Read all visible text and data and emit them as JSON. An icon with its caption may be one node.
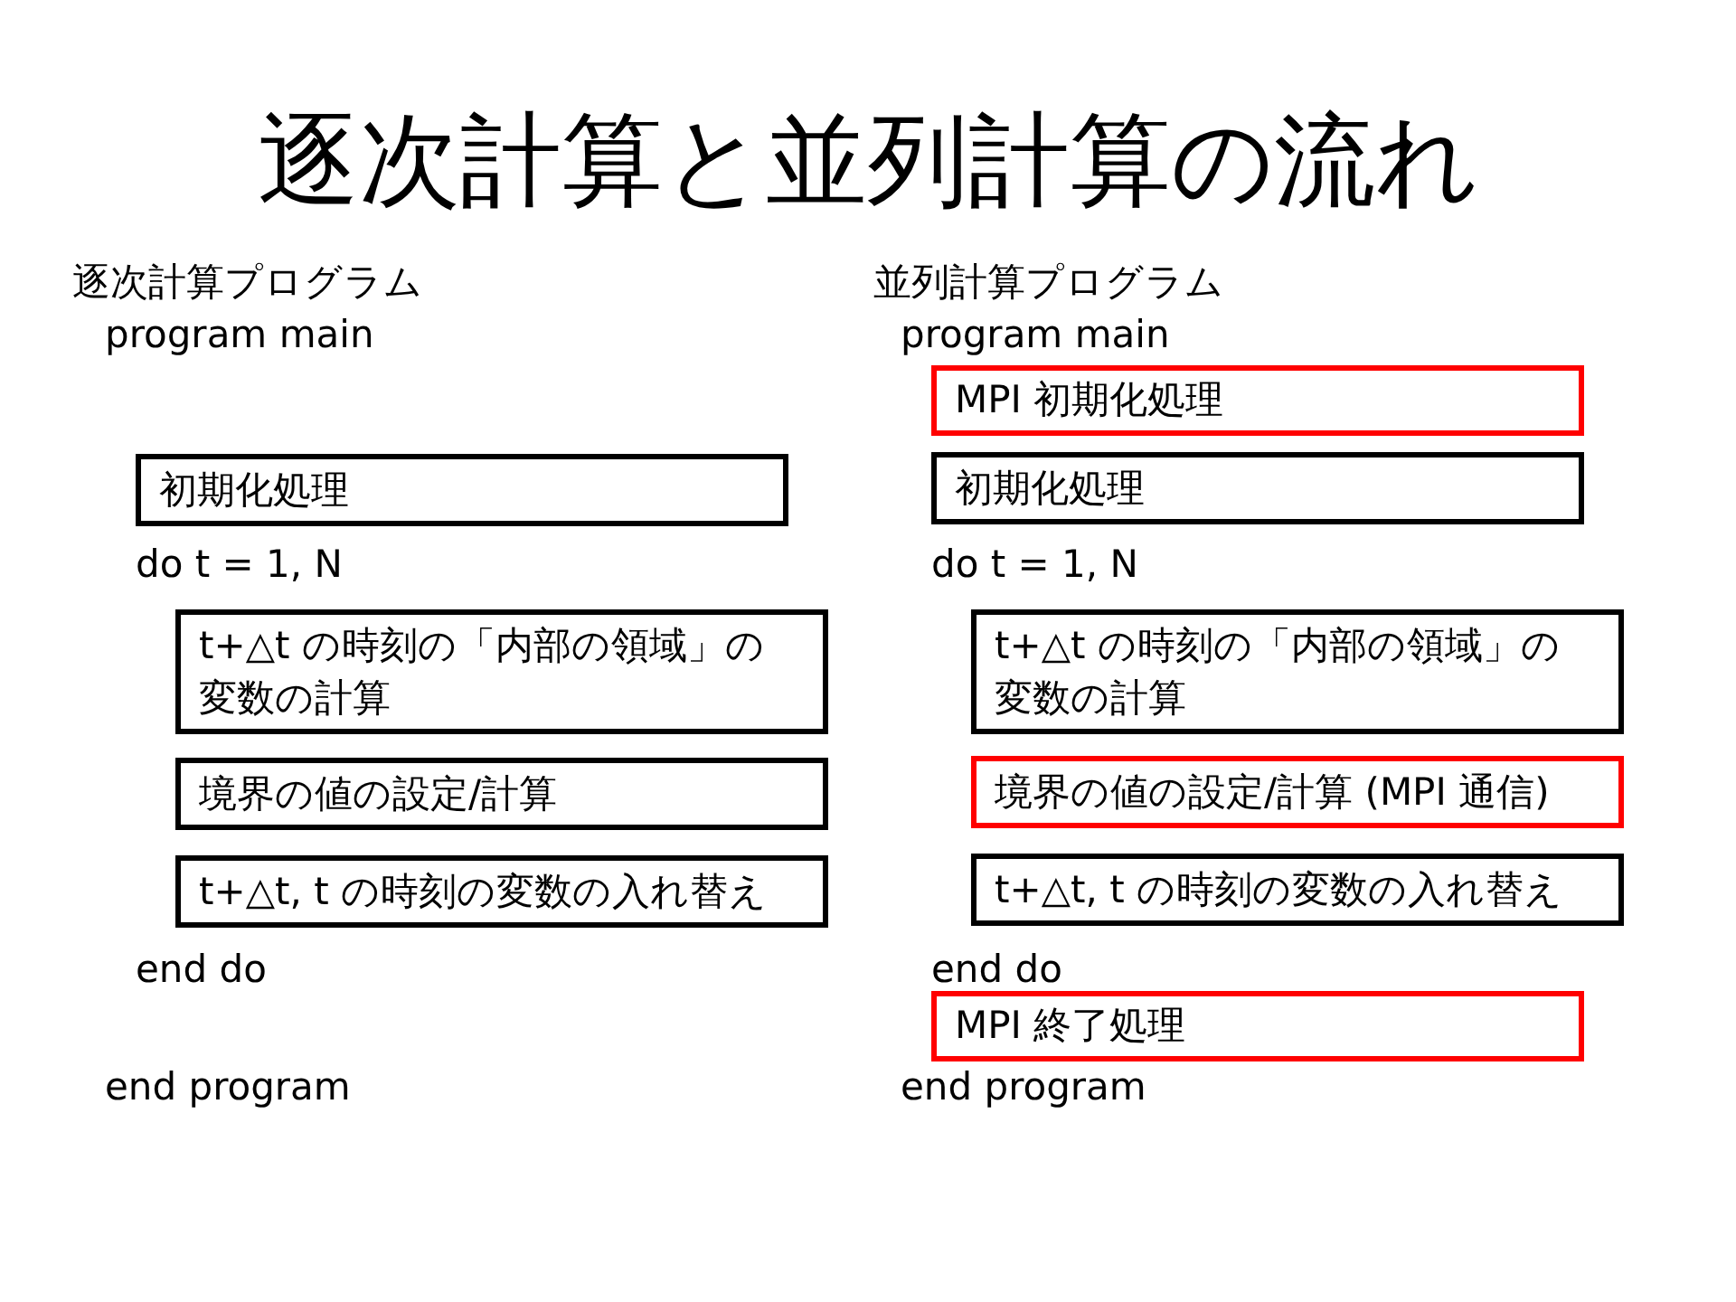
{
  "diagram": {
    "title": "逐次計算と並列計算の流れ",
    "nodes": [
      {
        "text": [
          "初期化処理"
        ]
      },
      {
        "text": [
          "t+△t の時刻の「内部の領域」の変数の計算"
        ]
      },
      {
        "text": [
          "境界の値の設定/計算"
        ]
      },
      {
        "text": [
          "t+△t, t の時刻の変数の入れ替え"
        ]
      },
      {
        "text": [
          "MPI 初期化処理"
        ]
      },
      {
        "text": [
          "初期化処理"
        ]
      },
      {
        "text": [
          "t+△t の時刻の「内部の領域」の変数の計算"
        ]
      },
      {
        "text": [
          "境界の値の設定/計算 (MPI 通信)"
        ]
      },
      {
        "text": [
          "t+△t, t の時刻の変数の入れ替え"
        ]
      },
      {
        "text": [
          "MPI 終了処理"
        ]
      }
    ],
    "labels": [
      "逐次計算プログラム",
      "program main",
      "do t = 1, N",
      "end do",
      "end program",
      "並列計算プログラム",
      "program main",
      "do t = 1, N",
      "end do",
      "end program"
    ]
  }
}
